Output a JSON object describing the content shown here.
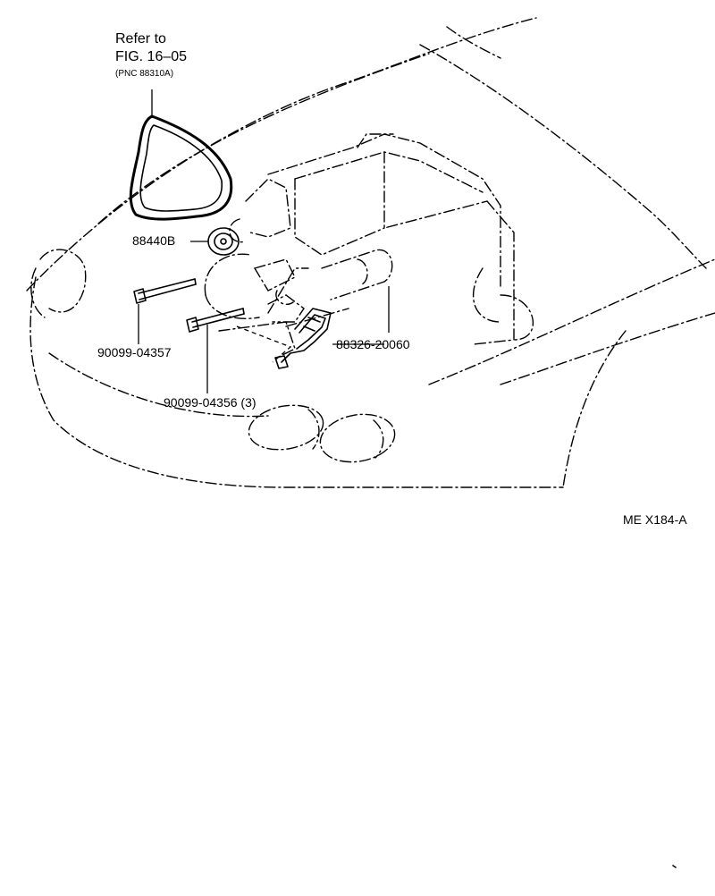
{
  "callouts": {
    "refer_line1": "Refer to",
    "refer_line2": "FIG. 16–05",
    "refer_line3": "(PNC 88310A)",
    "part_idler": "88440B",
    "part_bolt_long": "90099-04357",
    "part_bolt_short": "90099-04356 (3)",
    "part_bracket": "88326-20060"
  },
  "figure_code": "ME X184-A"
}
